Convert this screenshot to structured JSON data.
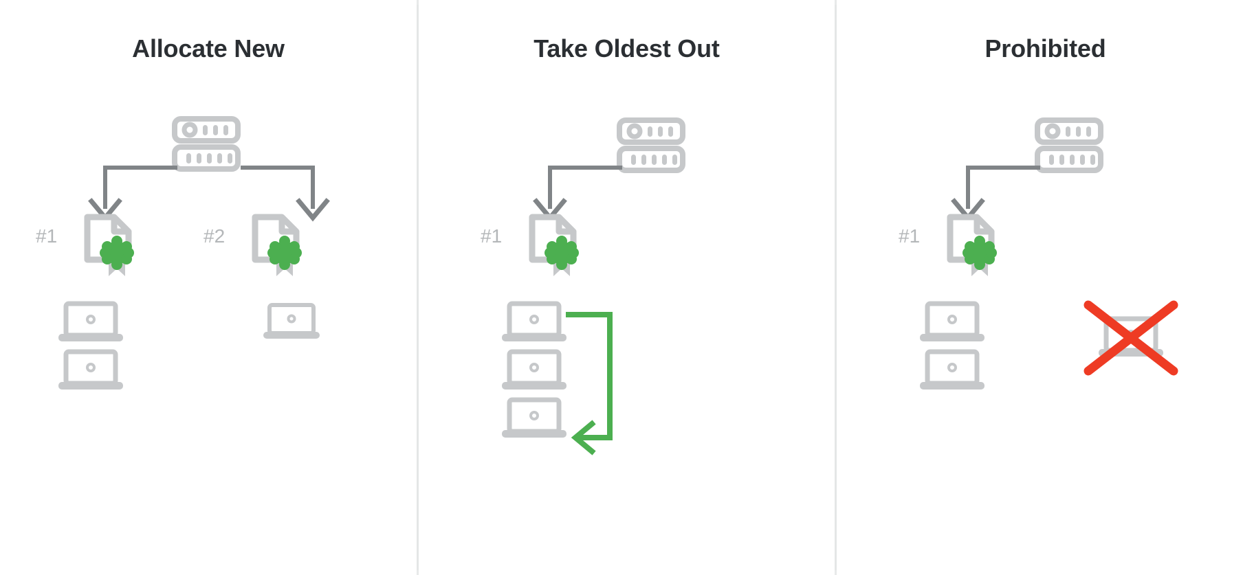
{
  "diagram": {
    "title_row": [
      "Allocate New",
      "Take Oldest Out",
      "Prohibited"
    ],
    "colors": {
      "icon_gray": "#c6c8ca",
      "arrow_gray": "#808487",
      "seal_green": "#4caf50",
      "flow_green": "#4caf50",
      "prohibit_red": "#ee3b24",
      "title_dark": "#2b2f33",
      "label_gray": "#b4b7b9",
      "divider": "#e4e6e6",
      "page_edge": "#e8eaea"
    },
    "panels": [
      {
        "id": "allocate-new",
        "title": "Allocate New",
        "server_icon": "server-icon",
        "branch_count": 2,
        "groups": [
          {
            "label": "#1",
            "cert_icon": "certificate-seal-icon",
            "laptops": 2
          },
          {
            "label": "#2",
            "cert_icon": "certificate-seal-icon",
            "laptops": 1
          }
        ],
        "has_recycle_arrow": false,
        "has_prohibited_mark": false
      },
      {
        "id": "take-oldest-out",
        "title": "Take Oldest Out",
        "server_icon": "server-icon",
        "branch_count": 1,
        "groups": [
          {
            "label": "#1",
            "cert_icon": "certificate-seal-icon",
            "laptops": 3
          }
        ],
        "has_recycle_arrow": true,
        "recycle_arrow_icon": "recycle-arrow-icon",
        "has_prohibited_mark": false
      },
      {
        "id": "prohibited",
        "title": "Prohibited",
        "server_icon": "server-icon",
        "branch_count": 1,
        "groups": [
          {
            "label": "#1",
            "cert_icon": "certificate-seal-icon",
            "laptops": 2
          }
        ],
        "has_recycle_arrow": false,
        "has_prohibited_mark": true,
        "prohibited_icon": "red-x-icon",
        "prohibited_target_icon": "laptop-icon"
      }
    ]
  }
}
